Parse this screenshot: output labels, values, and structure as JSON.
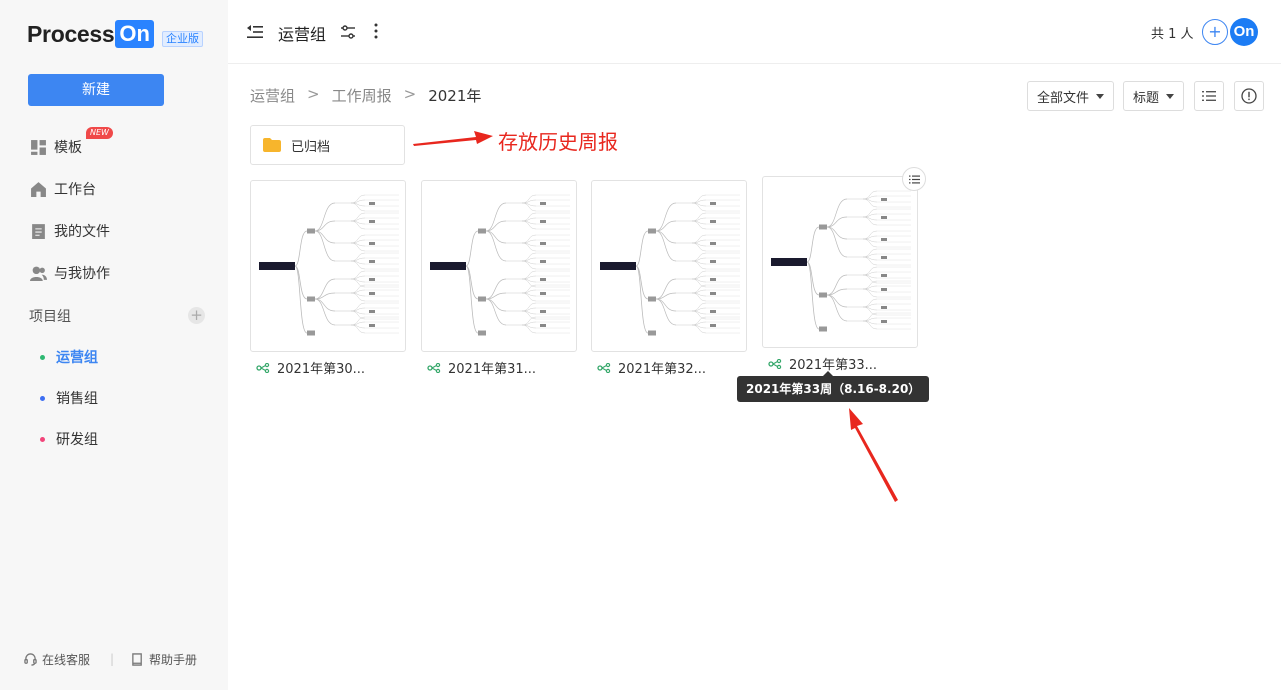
{
  "sidebar": {
    "logo": {
      "text": "Process",
      "on": "On",
      "badge": "企业版"
    },
    "new_button": "新建",
    "nav": [
      {
        "label": "模板",
        "icon": "template-icon",
        "tag": "NEW"
      },
      {
        "label": "工作台",
        "icon": "home-icon"
      },
      {
        "label": "我的文件",
        "icon": "file-icon"
      },
      {
        "label": "与我协作",
        "icon": "users-icon"
      }
    ],
    "groups_title": "项目组",
    "groups": [
      {
        "label": "运营组",
        "color": "#2eb872",
        "active": true
      },
      {
        "label": "销售组",
        "color": "#3d6ef2",
        "active": false
      },
      {
        "label": "研发组",
        "color": "#f2457a",
        "active": false
      }
    ],
    "footer": {
      "service": "在线客服",
      "manual": "帮助手册"
    }
  },
  "header": {
    "title": "运营组",
    "member_count": "共 1 人",
    "invite": "+",
    "avatar": "On"
  },
  "breadcrumb": [
    "运营组",
    "工作周报",
    "2021年"
  ],
  "breadcrumb_sep": ">",
  "toolbar": {
    "filter": "全部文件",
    "sort": "标题"
  },
  "folder": {
    "label": "已归档"
  },
  "annotation": {
    "text": "存放历史周报",
    "color": "#e8271e"
  },
  "files": [
    {
      "name": "2021年第30..."
    },
    {
      "name": "2021年第31..."
    },
    {
      "name": "2021年第32..."
    },
    {
      "name": "2021年第33..."
    }
  ],
  "tooltip": "2021年第33周（8.16-8.20）",
  "colors": {
    "accent": "#3d86f2",
    "folder": "#f7b52c",
    "mindmap_icon": "#36a86b"
  }
}
